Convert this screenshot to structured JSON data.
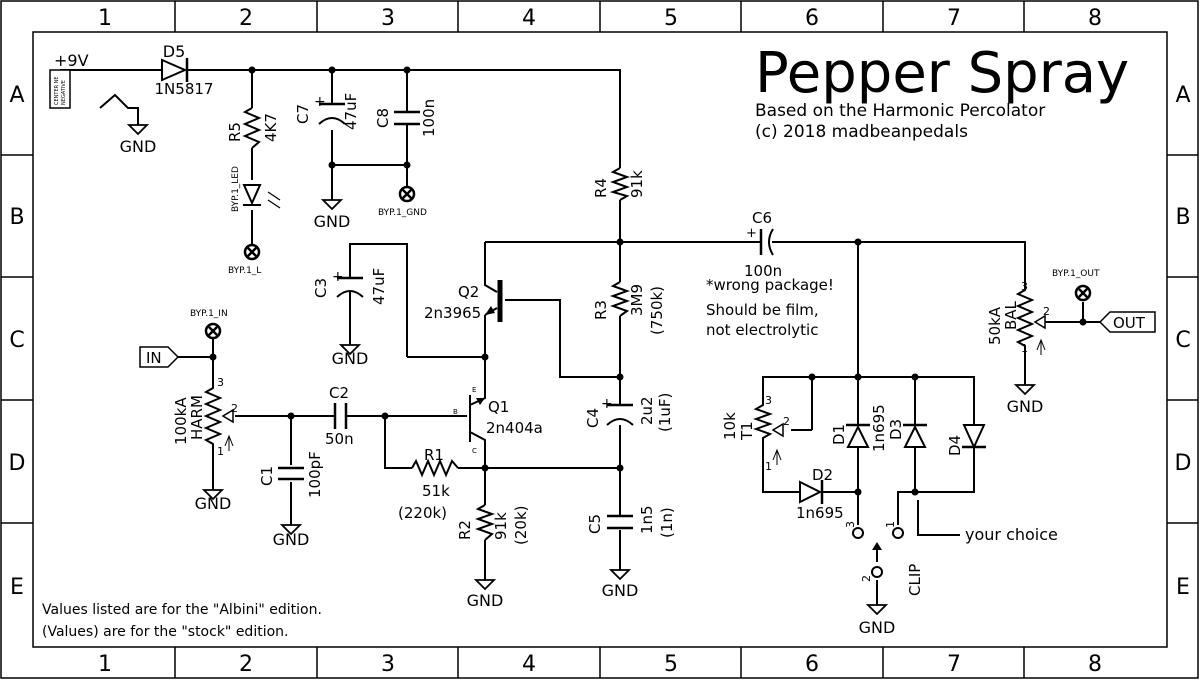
{
  "title": "Pepper Spray",
  "subtitle": "Based on the Harmonic Percolator",
  "copyright": "(c) 2018 madbeanpedals",
  "grid": {
    "cols": [
      "1",
      "2",
      "3",
      "4",
      "5",
      "6",
      "7",
      "8"
    ],
    "rows": [
      "A",
      "B",
      "C",
      "D",
      "E"
    ]
  },
  "power": {
    "label": "+9V",
    "jack_line1": "CENTER NE",
    "jack_line2": "NEGATIVE"
  },
  "gnd": "GND",
  "components": {
    "d5": {
      "ref": "D5",
      "value": "1N5817"
    },
    "r5": {
      "ref": "R5",
      "value": "4K7"
    },
    "c7": {
      "ref": "C7",
      "value": "47uF"
    },
    "c8": {
      "ref": "C8",
      "value": "100n"
    },
    "r4": {
      "ref": "R4",
      "value": "91k"
    },
    "c3": {
      "ref": "C3",
      "value": "47uF"
    },
    "q2": {
      "ref": "Q2",
      "value": "2n3965"
    },
    "r3": {
      "ref": "R3",
      "value": "3M9",
      "stock": "(750k)"
    },
    "c6": {
      "ref": "C6",
      "value": "100n"
    },
    "harm": {
      "ref": "HARM",
      "value": "100kA"
    },
    "c2": {
      "ref": "C2",
      "value": "50n"
    },
    "q1": {
      "ref": "Q1",
      "value": "2n404a"
    },
    "c4": {
      "ref": "C4",
      "value": "2u2",
      "stock": "(1uF)"
    },
    "r1": {
      "ref": "R1",
      "value": "51k",
      "stock": "(220k)"
    },
    "c1": {
      "ref": "C1",
      "value": "100pF"
    },
    "r2": {
      "ref": "R2",
      "value": "91k",
      "stock": "(20k)"
    },
    "c5": {
      "ref": "C5",
      "value": "1n5",
      "stock": "(1n)"
    },
    "t1": {
      "ref": "T1",
      "value": "10k"
    },
    "d1": {
      "ref": "D1",
      "value": "1n695"
    },
    "d2": {
      "ref": "D2",
      "value": "1n695"
    },
    "d3": {
      "ref": "D3"
    },
    "d4": {
      "ref": "D4"
    },
    "bal": {
      "ref": "BAL",
      "value": "50kA"
    },
    "clip": {
      "ref": "CLIP"
    }
  },
  "pads": {
    "led": "BYP.1_LED",
    "l": "BYP.1_L",
    "gnd": "BYP.1_GND",
    "in": "BYP.1_IN",
    "out": "BYP.1_OUT"
  },
  "ports": {
    "in": "IN",
    "out": "OUT"
  },
  "pins": {
    "p1": "1",
    "p2": "2",
    "p3": "3",
    "b": "B",
    "c": "C",
    "e": "E"
  },
  "notes": {
    "wrong_package": "*wrong package!",
    "film_line1": "Should be film,",
    "film_line2": "not electrolytic",
    "your_choice": "your choice",
    "albini": "Values listed are for the \"Albini\" edition.",
    "stock": "(Values) are for the \"stock\" edition."
  }
}
